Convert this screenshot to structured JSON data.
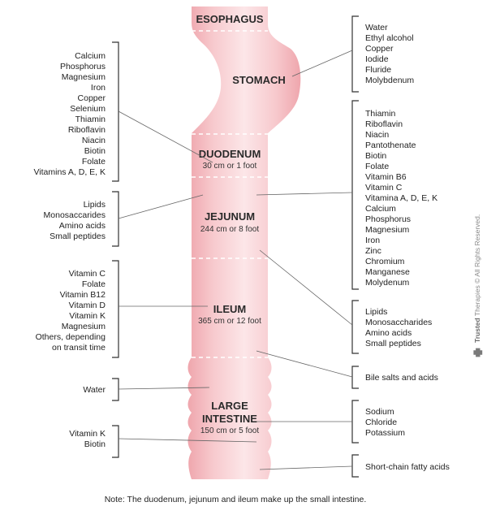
{
  "segments": {
    "esophagus": {
      "name": "ESOPHAGUS"
    },
    "stomach": {
      "name": "STOMACH"
    },
    "duodenum": {
      "name": "DUODENUM",
      "length": "30 cm or 1 foot"
    },
    "jejunum": {
      "name": "JEJUNUM",
      "length": "244 cm or 8 foot"
    },
    "ileum": {
      "name": "ILEUM",
      "length": "365 cm or 12 foot"
    },
    "large_intestine": {
      "name_line1": "LARGE",
      "name_line2": "INTESTINE",
      "length": "150 cm or 5 foot"
    }
  },
  "left_lists": [
    {
      "id": "duodenum-left",
      "items": [
        "Calcium",
        "Phosphorus",
        "Magnesium",
        "Iron",
        "Copper",
        "Selenium",
        "Thiamin",
        "Riboflavin",
        "Niacin",
        "Biotin",
        "Folate",
        "Vitamins A, D, E, K"
      ]
    },
    {
      "id": "jejunum-left",
      "items": [
        "Lipids",
        "Monosaccarides",
        "Amino acids",
        "Small peptides"
      ]
    },
    {
      "id": "ileum-left",
      "items": [
        "Vitamin C",
        "Folate",
        "Vitamin B12",
        "Vitamin D",
        "Vitamin K",
        "Magnesium",
        "Others, depending",
        "on transit time"
      ]
    },
    {
      "id": "large-water-left",
      "items": [
        "Water"
      ]
    },
    {
      "id": "large-vitk-left",
      "items": [
        "Vitamin K",
        "Biotin"
      ]
    }
  ],
  "right_lists": [
    {
      "id": "stomach-right",
      "items": [
        "Water",
        "Ethyl alcohol",
        "Copper",
        "Iodide",
        "Fluride",
        "Molybdenum"
      ]
    },
    {
      "id": "jejunum-right",
      "items": [
        "Thiamin",
        "Riboflavin",
        "Niacin",
        "Pantothenate",
        "Biotin",
        "Folate",
        "Vitamin B6",
        "Vitamin C",
        "Vitamina A, D, E, K",
        "Calcium",
        "Phosphorus",
        "Magnesium",
        "Iron",
        "Zinc",
        "Chromium",
        "Manganese",
        "Molydenum"
      ]
    },
    {
      "id": "ileum-right",
      "items": [
        "Lipids",
        "Monosaccharides",
        "Amino acids",
        "Small peptides"
      ]
    },
    {
      "id": "bile-right",
      "items": [
        "Bile salts and acids"
      ]
    },
    {
      "id": "large-right",
      "items": [
        "Sodium",
        "Chloride",
        "Potassium"
      ]
    },
    {
      "id": "scfa-right",
      "items": [
        "Short-chain fatty acids"
      ]
    }
  ],
  "note": "Note: The duodenum, jejunum and ileum make up the small intestine.",
  "brand": {
    "bold": "Trusted",
    "rest": " Therapies © All Rights Reserved."
  },
  "colors": {
    "tube_light": "#fbe4e6",
    "tube_mid": "#f5b8bd",
    "tube_dark": "#eea0a8",
    "line": "#333333"
  }
}
